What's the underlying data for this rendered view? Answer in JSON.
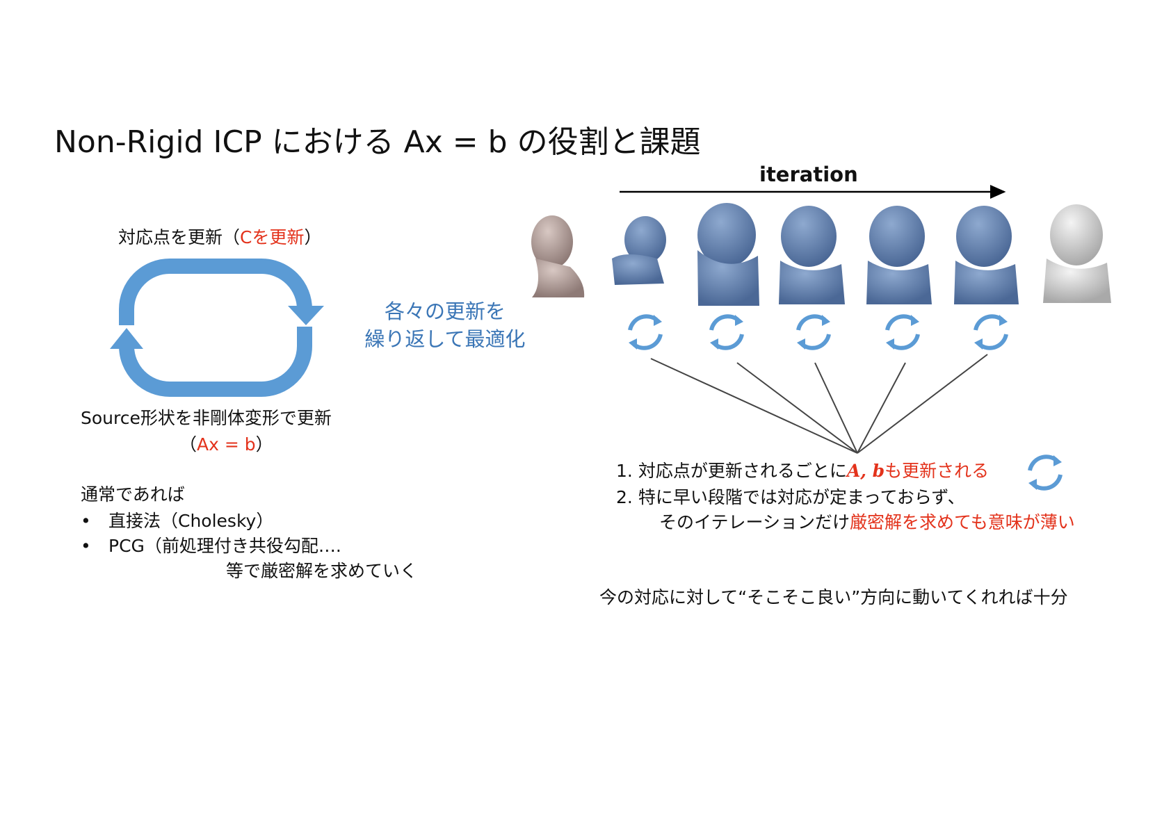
{
  "title": "Non-Rigid ICP における Ax = b の役割と課題",
  "left": {
    "top_label": {
      "prefix": "対応点を更新（",
      "highlight": "Cを更新",
      "suffix": "）"
    },
    "bottom_label_line1": "Source形状を非剛体変形で更新",
    "bottom_label_line2": {
      "prefix": "（",
      "highlight": "Ax = b",
      "suffix": "）"
    },
    "usually": "通常であれば",
    "bullets": [
      {
        "marker": "•",
        "text": "直接法（Cholesky）"
      },
      {
        "marker": "•",
        "text": "PCG（前処理付き共役勾配…."
      }
    ],
    "bullet_continuation": "等で厳密解を求めていく"
  },
  "middle": {
    "line1": "各々の更新を",
    "line2": "繰り返して最適化"
  },
  "right": {
    "iteration_label": "iteration",
    "points": [
      {
        "number": "1.",
        "text": "対応点が更新されるごとに",
        "highlight_bold": "A, b",
        "highlight": "も更新される"
      },
      {
        "number": "2.",
        "text": "特に早い段階では対応が定まっておらず、"
      }
    ],
    "point2_continuation": {
      "text": "そのイテレーションだけ",
      "highlight": "厳密解を求めても意味が薄い"
    },
    "conclusion": "今の対応に対して“そこそこ良い”方向に動いてくれれば十分"
  },
  "colors": {
    "accent_red": "#e3321b",
    "cycle_blue": "#5b9bd5",
    "head_blue": "#5b7aa8",
    "head_gray": "#d9d9d9",
    "head_skin": "#b9a7a2"
  }
}
